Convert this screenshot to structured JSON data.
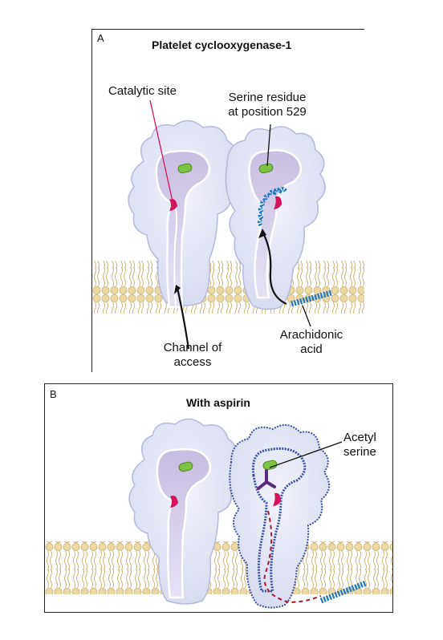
{
  "panel_a": {
    "letter": "A",
    "title": "Platelet cyclooxygenase-1",
    "labels": {
      "catalytic_site": "Catalytic site",
      "serine_line1": "Serine residue",
      "serine_line2": "at position 529",
      "channel_line1": "Channel of",
      "channel_line2": "access",
      "arachidonic_line1": "Arachidonic",
      "arachidonic_line2": "acid"
    }
  },
  "panel_b": {
    "letter": "B",
    "title": "With aspirin",
    "labels": {
      "acetyl_line1": "Acetyl",
      "acetyl_line2": "serine"
    }
  },
  "colors": {
    "protein_fill": "#e3e6f5",
    "protein_edge": "#b4bbdc",
    "channel_fill": "#cdc3e6",
    "serine_green": "#7dc242",
    "catalytic_red": "#d4145a",
    "arachidonic_blue": "#1f78c1",
    "acetyl_purple": "#5a2a7e",
    "blocked_outline": "#3b4fa0",
    "membrane_head": "#e9d49d",
    "dashed_path": "#a6192e"
  }
}
